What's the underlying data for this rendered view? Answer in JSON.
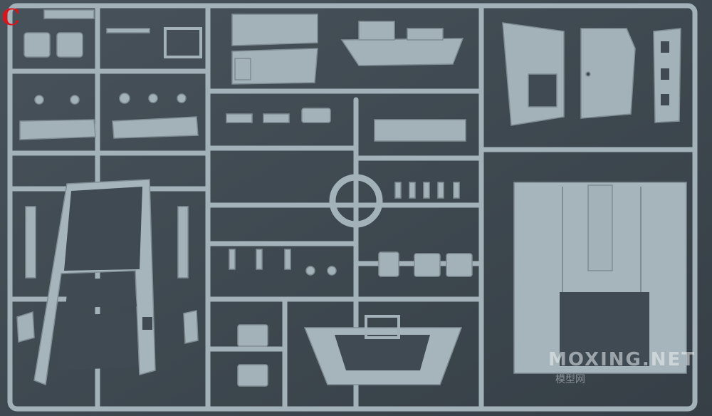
{
  "sprue_letter": "C",
  "watermark": {
    "main": "MOXING.NET",
    "sub": "模型网"
  },
  "colors": {
    "background": "#3f4a52",
    "plastic": "#a3b2b8",
    "plastic_shadow": "#7f8d93",
    "letter": "#d9141c"
  }
}
